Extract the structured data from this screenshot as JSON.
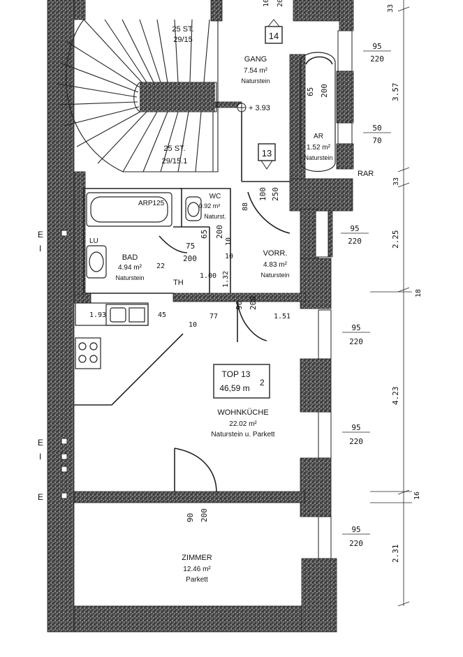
{
  "floor_plan": {
    "unit": {
      "label": "TOP 13",
      "area": "46,59 m",
      "area_sup": "2"
    },
    "rooms": {
      "gang": {
        "name": "GANG",
        "area": "7.54 m²",
        "floor": "Naturstein"
      },
      "ar": {
        "name": "AR",
        "area": "1.52 m²",
        "floor": "Naturstein"
      },
      "wc": {
        "name": "WC",
        "area": "0.92 m²",
        "floor": "Naturst."
      },
      "bad": {
        "name": "BAD",
        "area": "4.94 m²",
        "floor": "Naturstein"
      },
      "vorr": {
        "name": "VORR.",
        "area": "4.83 m²",
        "floor": "Naturstein"
      },
      "wohnkuche": {
        "name": "WOHNKÜCHE",
        "area": "22.02 m²",
        "floor": "Naturstein u. Parkett"
      },
      "zimmer": {
        "name": "ZIMMER",
        "area": "12.46 m²",
        "floor": "Parkett"
      }
    },
    "stairs": {
      "upper_steps": "25 ST.",
      "upper_ratio": "29/15",
      "lower_steps": "25 ST.",
      "lower_ratio": "29/15.1"
    },
    "level": "+ 3.93",
    "apartment_tags": [
      "14",
      "13"
    ],
    "tag_14_top": "10",
    "tag_14_top2": "20",
    "door_sizes": {
      "gang_left": "65",
      "gang_right": "200",
      "entry_a": "100",
      "entry_b": "250",
      "wc_a": "65",
      "wc_b": "200",
      "bad_a": "75",
      "bad_b": "200",
      "vorr_a": "90",
      "vorr_b": "200",
      "zimmer_a": "90",
      "zimmer_b": "200"
    },
    "windows": [
      {
        "w": "95",
        "h": "220"
      },
      {
        "w": "50",
        "h": "70"
      },
      {
        "w": "95",
        "h": "220"
      },
      {
        "w": "95",
        "h": "220"
      },
      {
        "w": "95",
        "h": "220"
      },
      {
        "w": "95",
        "h": "220"
      }
    ],
    "side_dims": [
      "33",
      "3.57",
      "33",
      "2.25",
      "18",
      "4.23",
      "16",
      "2.31"
    ],
    "inner_dims": {
      "k1": "1.93",
      "k2": "45",
      "k3": "10",
      "k4": "77",
      "k5": "1.51",
      "b1": "22",
      "b2": "10",
      "b3": "1.00",
      "b4": "1.32",
      "b5": "10",
      "b6": "88"
    },
    "labels": {
      "rar": "RAR",
      "arp": "ARP125",
      "lu": "LU",
      "th": "TH",
      "e1": "E",
      "e1b": "I",
      "e2": "E",
      "e2b": "I",
      "e3": "E"
    }
  }
}
